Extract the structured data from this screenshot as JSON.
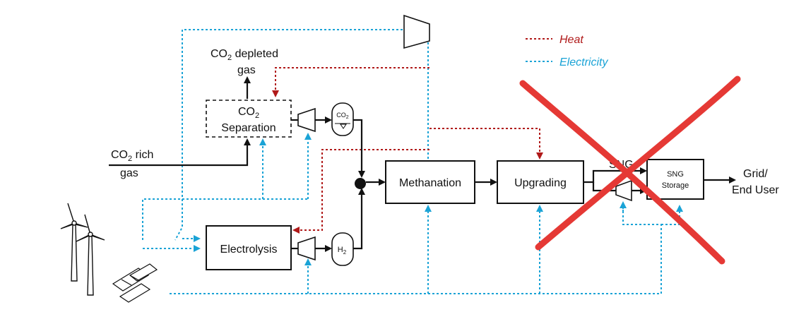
{
  "legend": {
    "heat": "Heat",
    "electricity": "Electricity",
    "heat_color": "#b01919",
    "electricity_color": "#1aa3d6"
  },
  "inputs": {
    "co2_rich_line1_prefix": "CO",
    "co2_rich_line1_sub": "2",
    "co2_rich_line1_suffix": " rich",
    "co2_rich_line2": "gas"
  },
  "outputs": {
    "co2_depleted_line1_prefix": "CO",
    "co2_depleted_line1_sub": "2",
    "co2_depleted_line1_suffix": " depleted",
    "co2_depleted_line2": "gas",
    "grid_line1": "Grid/",
    "grid_line2": "End User"
  },
  "units": {
    "co2_separation_line1_prefix": "CO",
    "co2_separation_line1_sub": "2",
    "co2_separation_line2": "Separation",
    "electrolysis": "Electrolysis",
    "methanation": "Methanation",
    "upgrading": "Upgrading",
    "sng_storage_line1": "SNG",
    "sng_storage_line2": "Storage"
  },
  "tanks": {
    "co2_tank_prefix": "CO",
    "co2_tank_sub": "2",
    "h2_tank_prefix": "H",
    "h2_tank_sub": "2"
  },
  "stream_labels": {
    "sng": "SNG"
  },
  "annotation": {
    "cross_color": "#e53935"
  }
}
